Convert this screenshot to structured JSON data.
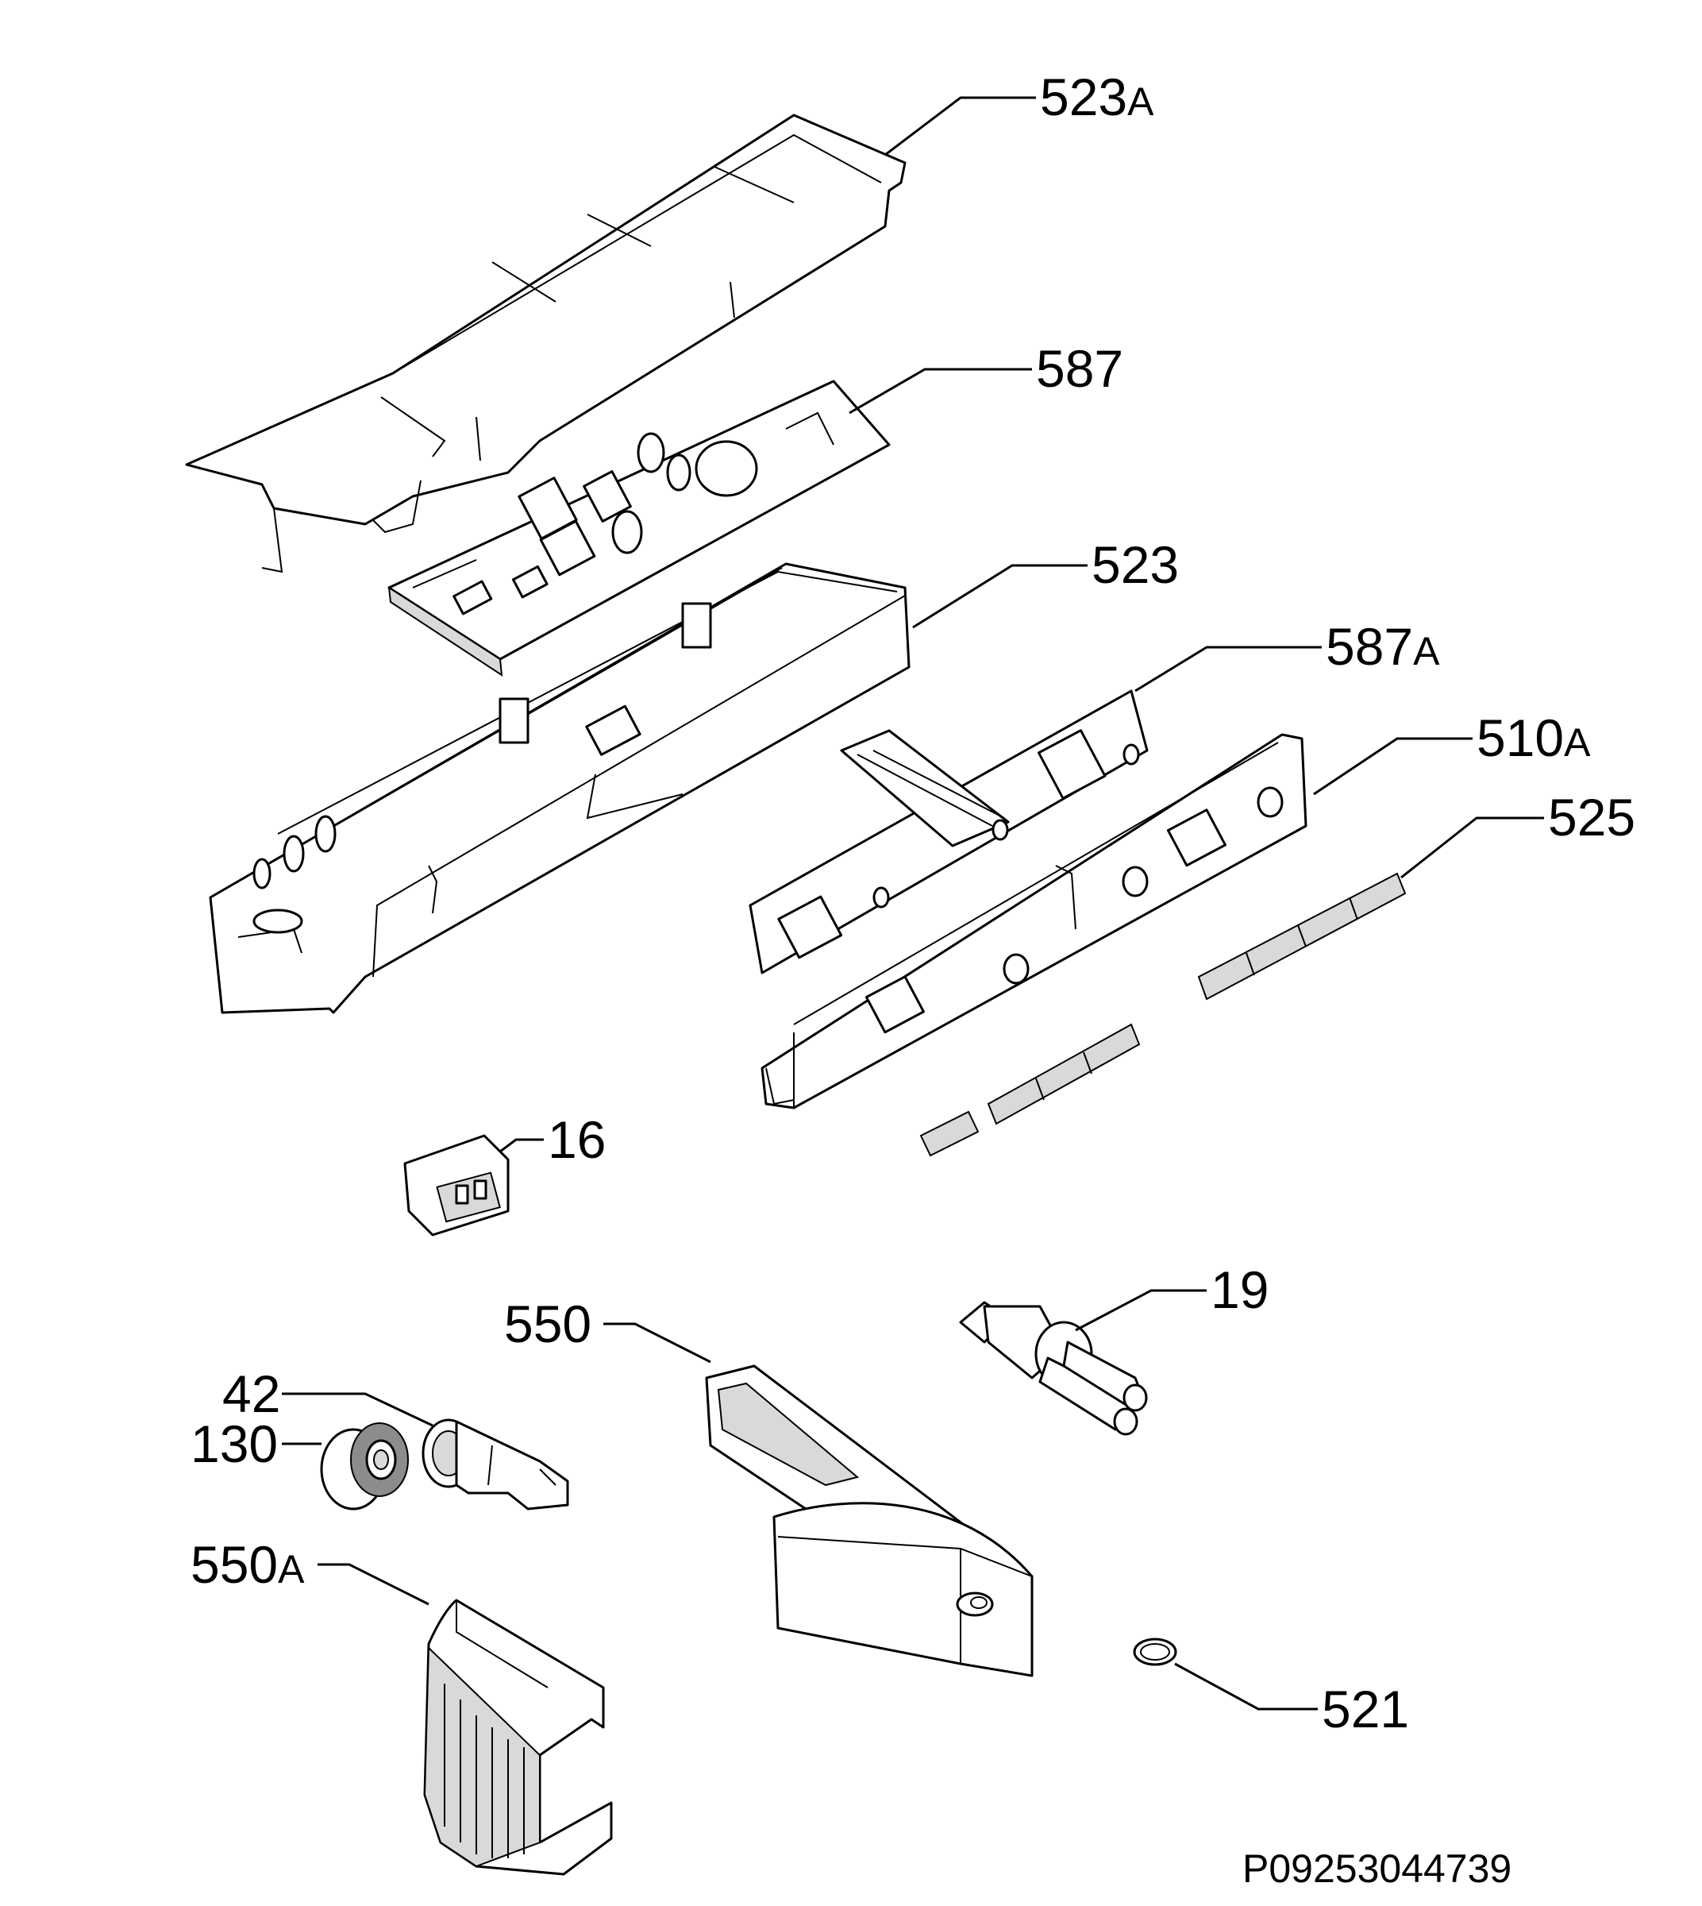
{
  "callouts": {
    "c523a": {
      "num": "523",
      "suffix": "A"
    },
    "c587": {
      "num": "587",
      "suffix": ""
    },
    "c523": {
      "num": "523",
      "suffix": ""
    },
    "c587a": {
      "num": "587",
      "suffix": "A"
    },
    "c510a": {
      "num": "510",
      "suffix": "A"
    },
    "c525": {
      "num": "525",
      "suffix": ""
    },
    "c16": {
      "num": "16",
      "suffix": ""
    },
    "c19": {
      "num": "19",
      "suffix": ""
    },
    "c550": {
      "num": "550",
      "suffix": ""
    },
    "c42": {
      "num": "42",
      "suffix": ""
    },
    "c130": {
      "num": "130",
      "suffix": ""
    },
    "c550a": {
      "num": "550",
      "suffix": "A"
    },
    "c521": {
      "num": "521",
      "suffix": ""
    }
  },
  "drawing_code": "P09253044739"
}
